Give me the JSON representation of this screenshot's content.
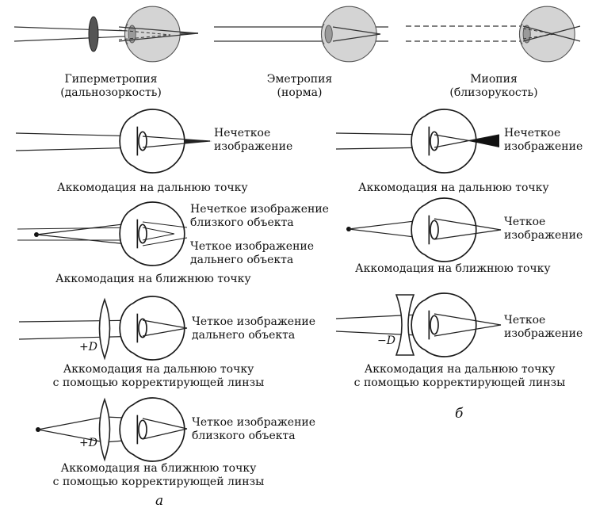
{
  "top_row": {
    "hypermetropia": {
      "line1": "Гиперметропия",
      "line2": "(дальнозоркость)"
    },
    "emmetropia": {
      "line1": "Эметропия",
      "line2": "(норма)"
    },
    "myopia": {
      "line1": "Миопия",
      "line2": "(близорукость)"
    }
  },
  "panel_a": {
    "figure_letter": "а",
    "far_accommodation": {
      "note_line1": "Нечеткое",
      "note_line2": "изображение",
      "caption": "Аккомодация на дальнюю точку"
    },
    "near_accommodation": {
      "note1_line1": "Нечеткое изображение",
      "note1_line2": "близкого объекта",
      "note2_line1": "Четкое изображение",
      "note2_line2": "дальнего объекта",
      "caption": "Аккомодация на ближнюю точку"
    },
    "far_corrected": {
      "note_line1": "Четкое изображение",
      "note_line2": "дальнего объекта",
      "lens_label": "+D",
      "caption_line1": "Аккомодация на дальнюю точку",
      "caption_line2": "с помощью корректирующей линзы"
    },
    "near_corrected": {
      "note_line1": "Четкое изображение",
      "note_line2": "близкого объекта",
      "lens_label": "+D",
      "caption_line1": "Аккомодация на ближнюю точку",
      "caption_line2": "с помощью корректирующей линзы"
    }
  },
  "panel_b": {
    "figure_letter": "б",
    "far_accommodation": {
      "note_line1": "Нечеткое",
      "note_line2": "изображение",
      "caption": "Аккомодация на дальнюю точку"
    },
    "near_accommodation": {
      "note_line1": "Четкое",
      "note_line2": "изображение",
      "caption": "Аккомодация на ближнюю точку"
    },
    "far_corrected": {
      "note_line1": "Четкое",
      "note_line2": "изображение",
      "lens_label": "−D",
      "caption_line1": "Аккомодация на дальнюю точку",
      "caption_line2": "с помощью корректирующей линзы"
    }
  },
  "colors": {
    "ink": "#1a1a1a",
    "eyeball_fill": "#d4d4d4",
    "lens_fill": "#9a9a9a",
    "convex_lens_fill": "#555555"
  }
}
